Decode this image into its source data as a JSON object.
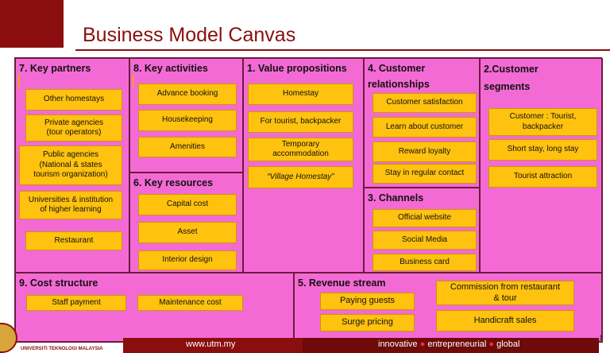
{
  "title": "Business Model Canvas",
  "sections": {
    "key_partners": {
      "heading": "7. Key partners",
      "items": [
        "Other homestays",
        "Private agencies\n(tour operators)",
        "Public agencies\n(National & states\ntourism organization)",
        "Universities & institution\nof higher learning",
        "Restaurant"
      ]
    },
    "key_activities": {
      "heading": "8. Key activities",
      "items": [
        "Advance booking",
        "Housekeeping",
        "Amenities"
      ]
    },
    "key_resources": {
      "heading": "6. Key resources",
      "items": [
        "Capital cost",
        "Asset",
        "Interior design"
      ]
    },
    "value_propositions": {
      "heading": "1. Value propositions",
      "items": [
        "Homestay",
        "For tourist, backpacker",
        "Temporary\naccommodation",
        "“Village Homestay”"
      ]
    },
    "customer_relationships": {
      "heading_line1": "4. Customer",
      "heading_line2": "relationships",
      "items": [
        "Customer satisfaction",
        "Learn about customer",
        "Reward loyalty",
        "Stay in regular contact"
      ]
    },
    "channels": {
      "heading": "3. Channels",
      "items": [
        "Official website",
        "Social Media",
        "Business card"
      ]
    },
    "customer_segments": {
      "heading_line1": "2.Customer",
      "heading_line2": "segments",
      "items": [
        "Customer : Tourist,\nbackpacker",
        "Short stay,  long stay",
        "Tourist attraction"
      ]
    },
    "cost_structure": {
      "heading": "9. Cost structure",
      "items": [
        "Staff payment",
        "Maintenance cost"
      ]
    },
    "revenue_stream": {
      "heading": "5. Revenue stream",
      "items": [
        "Paying guests",
        "Surge pricing",
        "Commission from restaurant\n& tour",
        "Handicraft sales"
      ]
    }
  },
  "footer": {
    "website": "www.utm.my",
    "tagline_1": "innovative",
    "tagline_2": "entrepreneurial",
    "tagline_3": "global",
    "bullet": "●",
    "page_number": "1",
    "logo_caption": "UNIVERSITI TEKNOLOGI MALAYSIA"
  },
  "colors": {
    "canvas_background": "#f46ad4",
    "box_fill": "#ffc20e",
    "brand_maroon": "#8b0e0e"
  }
}
